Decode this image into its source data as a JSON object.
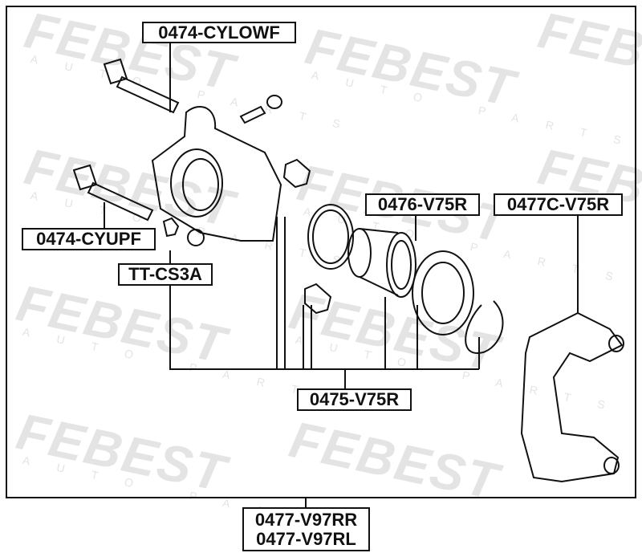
{
  "watermark": {
    "brand": "FEBEST",
    "sub": "AUTO PARTS"
  },
  "labels": {
    "cylowf": "0474-CYLOWF",
    "cyupf": "0474-CYUPF",
    "ttcs3a": "TT-CS3A",
    "v75r_piston": "0476-V75R",
    "v75r_bracket": "0477C-V75R",
    "kit": "0475-V75R",
    "caliper_rr": "0477-V97RR",
    "caliper_rl": "0477-V97RL"
  },
  "colors": {
    "line": "#111111",
    "watermark": "#e4e4e4"
  }
}
